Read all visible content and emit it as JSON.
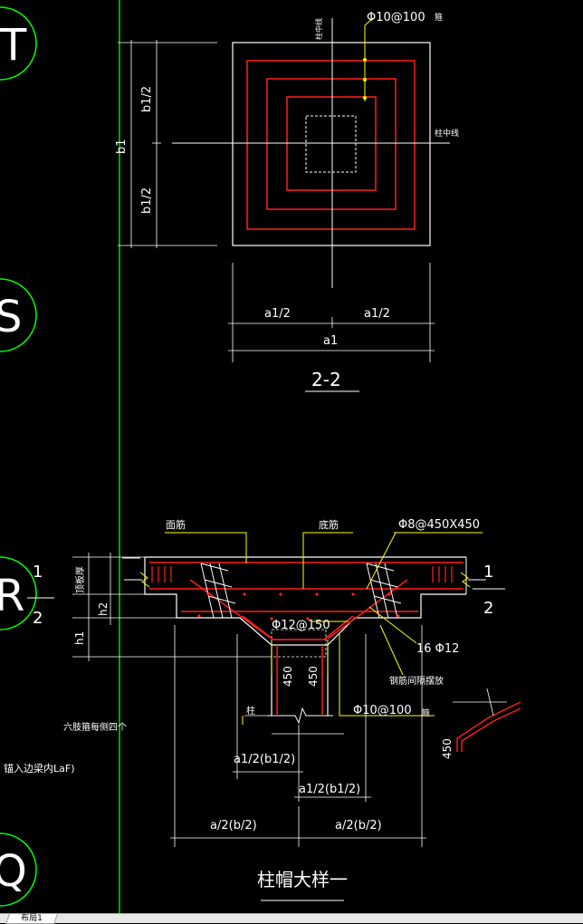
{
  "grid_bubbles": [
    "T",
    "S",
    "R",
    "Q"
  ],
  "section_mark": [
    "1",
    "2"
  ],
  "plan": {
    "title": "2-2",
    "label_col_centerline": "柱中线",
    "label_stirrup": "Φ10@100",
    "label_stirrup_suffix": "箍",
    "dim_b1": "b1",
    "dim_b1_half": "b1/2",
    "dim_a1": "a1",
    "dim_a1_half": "a1/2"
  },
  "detail": {
    "title": "柱帽大样一",
    "top_bar": "面筋",
    "bottom_bar": "底筋",
    "tie_bar": "Φ8@450X450",
    "slab_thk": "顶板厚",
    "h2": "h2",
    "h1": "h1",
    "bar_150": "Φ12@150",
    "bar_16": "16 Φ12",
    "dim_450": "450",
    "stirrup_column": "钢筋间隔摆放",
    "stirrup_100": "Φ10@100",
    "stirrup_suffix": "箍",
    "column": "柱",
    "six_legs": "六肢箍每侧四个",
    "anchor": "锚入边梁内LaF)",
    "dim_a1_b1": "a1/2(b1/2)",
    "dim_a_b": "a/2(b/2)"
  },
  "tabs": [
    "布局1"
  ],
  "colors": {
    "background": "#000000",
    "line": "#ffffff",
    "rebar": "#ff2020",
    "dim": "#ffff00",
    "axis": "#00ff00"
  }
}
